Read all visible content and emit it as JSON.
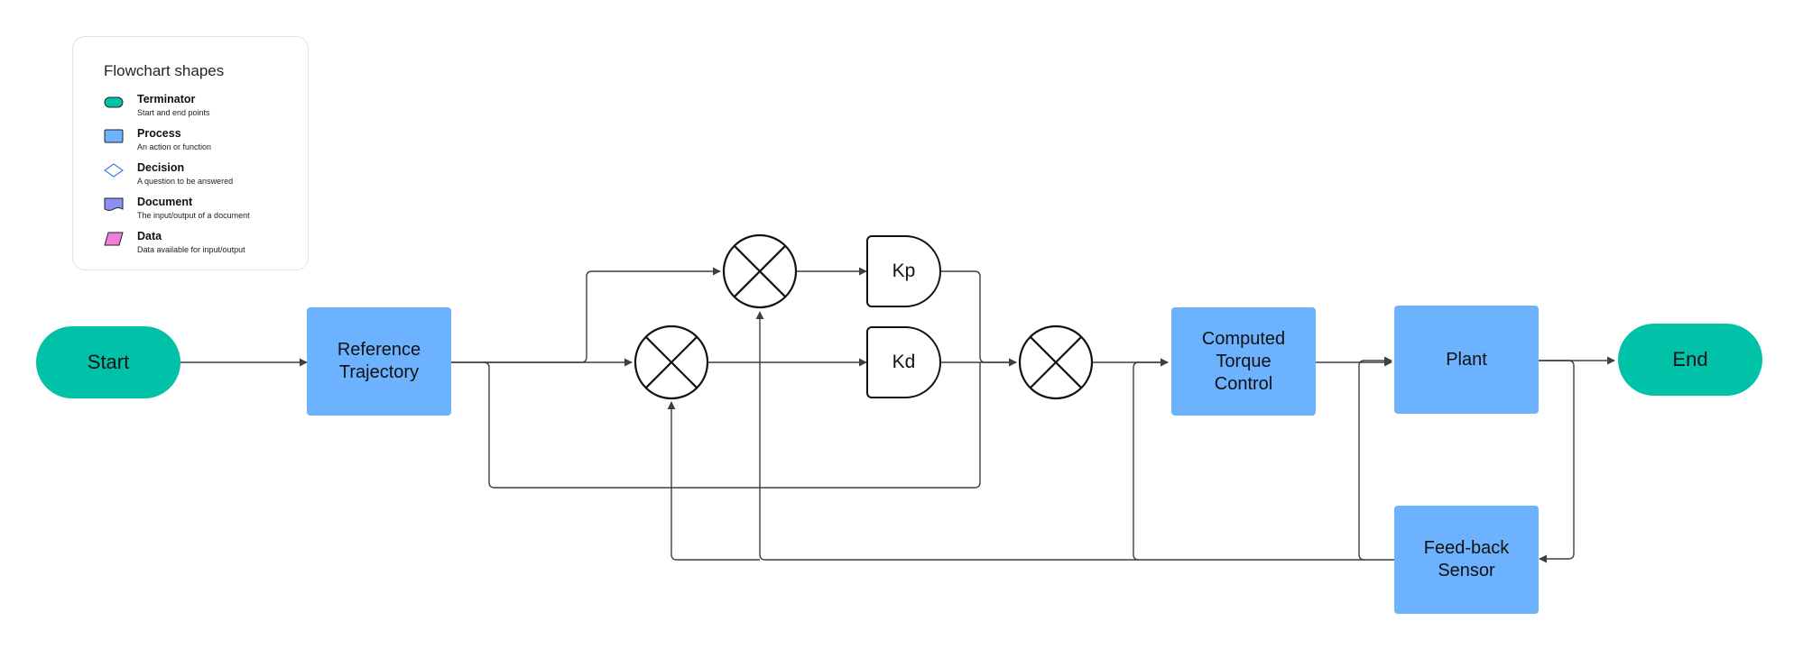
{
  "legend": {
    "title": "Flowchart shapes",
    "items": [
      {
        "name": "Terminator",
        "description": "Start and end points",
        "icon": "terminator-shape-icon",
        "color": "#00c2a8"
      },
      {
        "name": "Process",
        "description": "An action or function",
        "icon": "process-shape-icon",
        "color": "#6cb2ff"
      },
      {
        "name": "Decision",
        "description": "A question to be answered",
        "icon": "decision-shape-icon",
        "color": "#3b7ddd"
      },
      {
        "name": "Document",
        "description": "The input/output of a document",
        "icon": "document-shape-icon",
        "color": "#8a8ff0"
      },
      {
        "name": "Data",
        "description": "Data available for input/output",
        "icon": "data-shape-icon",
        "color": "#f07fd8"
      }
    ]
  },
  "nodes": {
    "start": "Start",
    "reference": "Reference\nTrajectory",
    "kp": "Kp",
    "kd": "Kd",
    "computed_torque": "Computed\nTorque\nControl",
    "plant": "Plant",
    "end": "End",
    "feedback": "Feed-back\nSensor"
  },
  "colors": {
    "terminator": "#00c2a8",
    "process": "#6cb2ff",
    "connector": "#3c3f45"
  }
}
